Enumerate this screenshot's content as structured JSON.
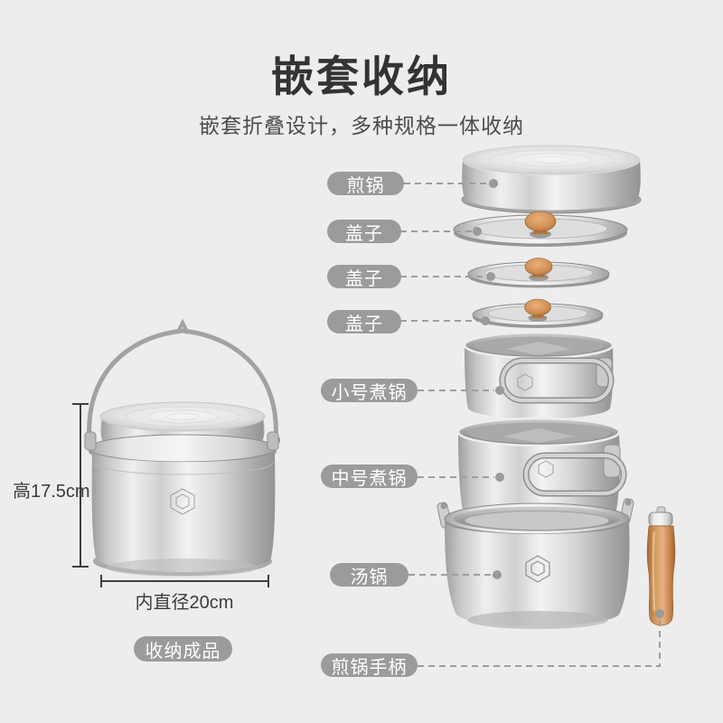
{
  "header": {
    "title": "嵌套收纳",
    "subtitle": "嵌套折叠设计，多种规格一体收纳"
  },
  "left_product": {
    "caption": "收纳成品",
    "height_label": "高17.5cm",
    "diameter_label": "内直径20cm"
  },
  "callouts": [
    {
      "label": "煎锅"
    },
    {
      "label": "盖子"
    },
    {
      "label": "盖子"
    },
    {
      "label": "盖子"
    },
    {
      "label": "小号煮锅"
    },
    {
      "label": "中号煮锅"
    },
    {
      "label": "汤锅"
    },
    {
      "label": "煎锅手柄"
    }
  ],
  "colors": {
    "background": "#ededed",
    "title_text": "#333333",
    "subtitle_text": "#4c4c4c",
    "pill_background": "#9b9b9b",
    "pill_text": "#ffffff",
    "dashed_line": "#9e9e9e",
    "dimension_line": "#3f3f3f",
    "wood": "#c98a52",
    "steel_light": "#f2f2f2",
    "steel_dark": "#9e9e9e"
  }
}
